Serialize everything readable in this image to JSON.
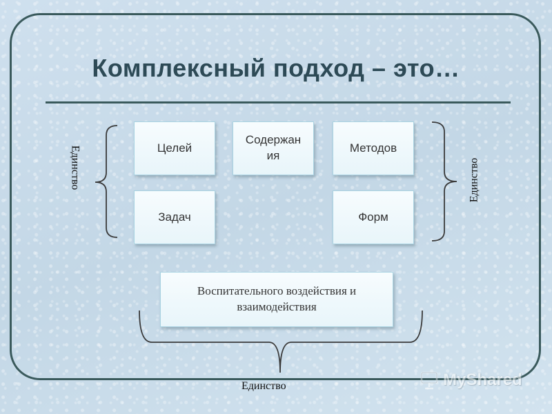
{
  "title": "Комплексный подход – это…",
  "boxes": {
    "goals": "Целей",
    "content": "Содержан ия",
    "methods": "Методов",
    "tasks": "Задач",
    "forms": "Форм",
    "interaction": "Воспитательного воздействия и взаимодействия"
  },
  "labels": {
    "left_unity": "Единство",
    "right_unity": "Единство",
    "bottom_unity": "Единство"
  },
  "watermark": "MyShared",
  "colors": {
    "frame": "#3a5a5c",
    "title": "#2d4a56",
    "box_border": "#a9d3e2",
    "background": "#c9dcea"
  }
}
